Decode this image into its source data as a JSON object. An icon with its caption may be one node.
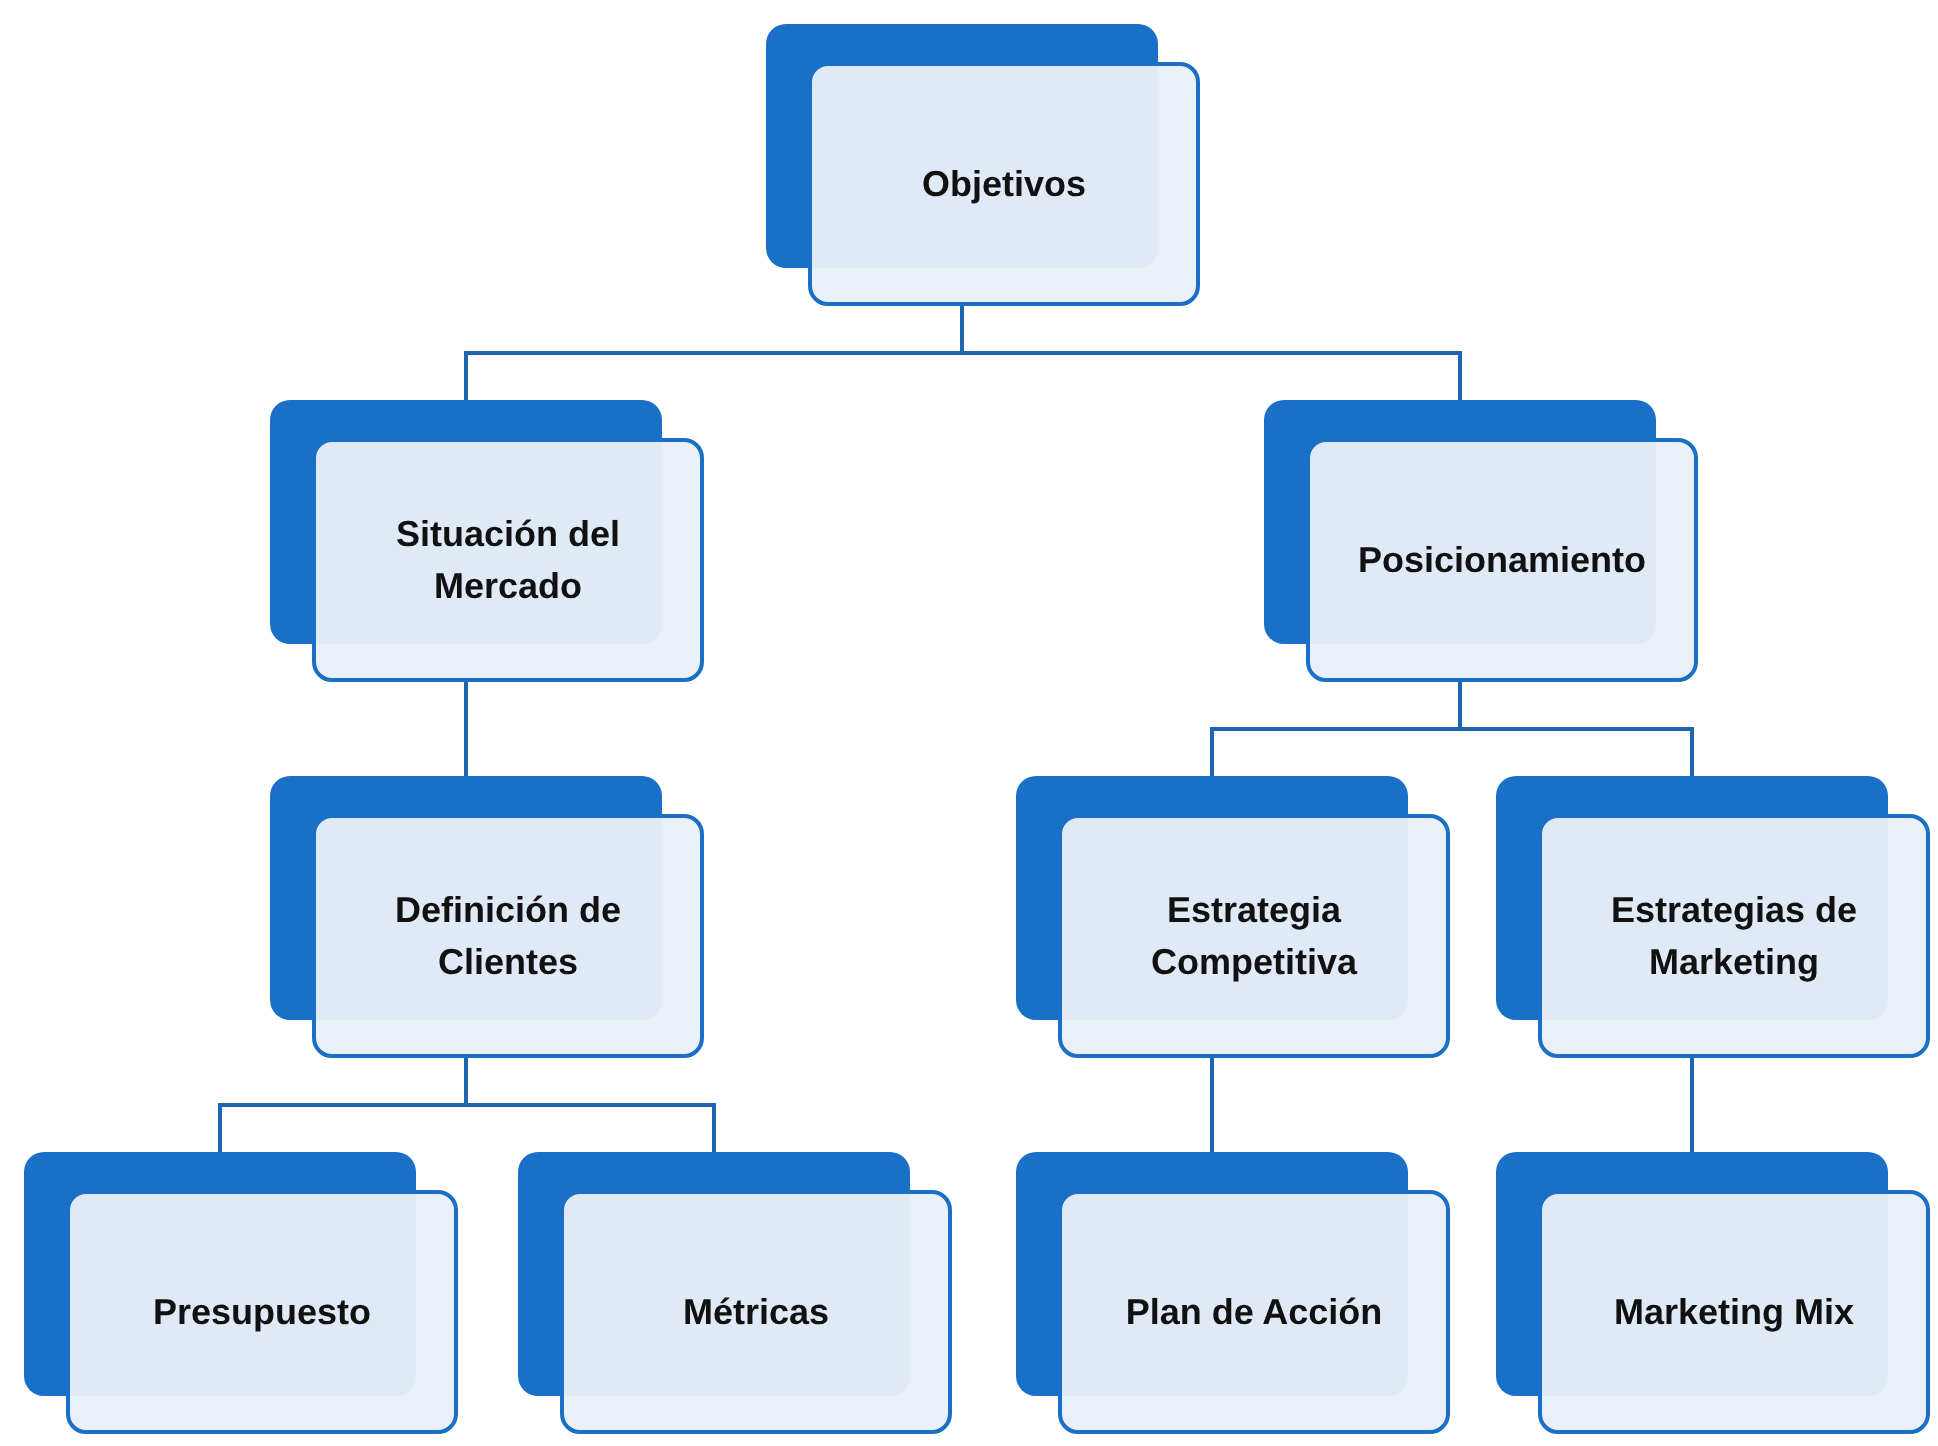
{
  "diagram": {
    "nodes": [
      {
        "text": [
          "Objetivos"
        ]
      },
      {
        "text": [
          "Situación del Mercado"
        ]
      },
      {
        "text": [
          "Posicionamiento"
        ]
      },
      {
        "text": [
          "Definición de Clientes"
        ]
      },
      {
        "text": [
          "Estrategia Competitiva"
        ]
      },
      {
        "text": [
          "Estrategias de Marketing"
        ]
      },
      {
        "text": [
          "Presupuesto"
        ]
      },
      {
        "text": [
          "Métricas"
        ]
      },
      {
        "text": [
          "Plan de Acción"
        ]
      },
      {
        "text": [
          "Marketing Mix"
        ]
      }
    ],
    "edges": [
      {
        "from": 0,
        "to": 1,
        "arrow": "none"
      },
      {
        "from": 0,
        "to": 2,
        "arrow": "none"
      },
      {
        "from": 1,
        "to": 3,
        "arrow": "none"
      },
      {
        "from": 2,
        "to": 4,
        "arrow": "none"
      },
      {
        "from": 2,
        "to": 5,
        "arrow": "none"
      },
      {
        "from": 3,
        "to": 6,
        "arrow": "none"
      },
      {
        "from": 3,
        "to": 7,
        "arrow": "none"
      },
      {
        "from": 4,
        "to": 8,
        "arrow": "none"
      },
      {
        "from": 5,
        "to": 9,
        "arrow": "none"
      }
    ]
  }
}
